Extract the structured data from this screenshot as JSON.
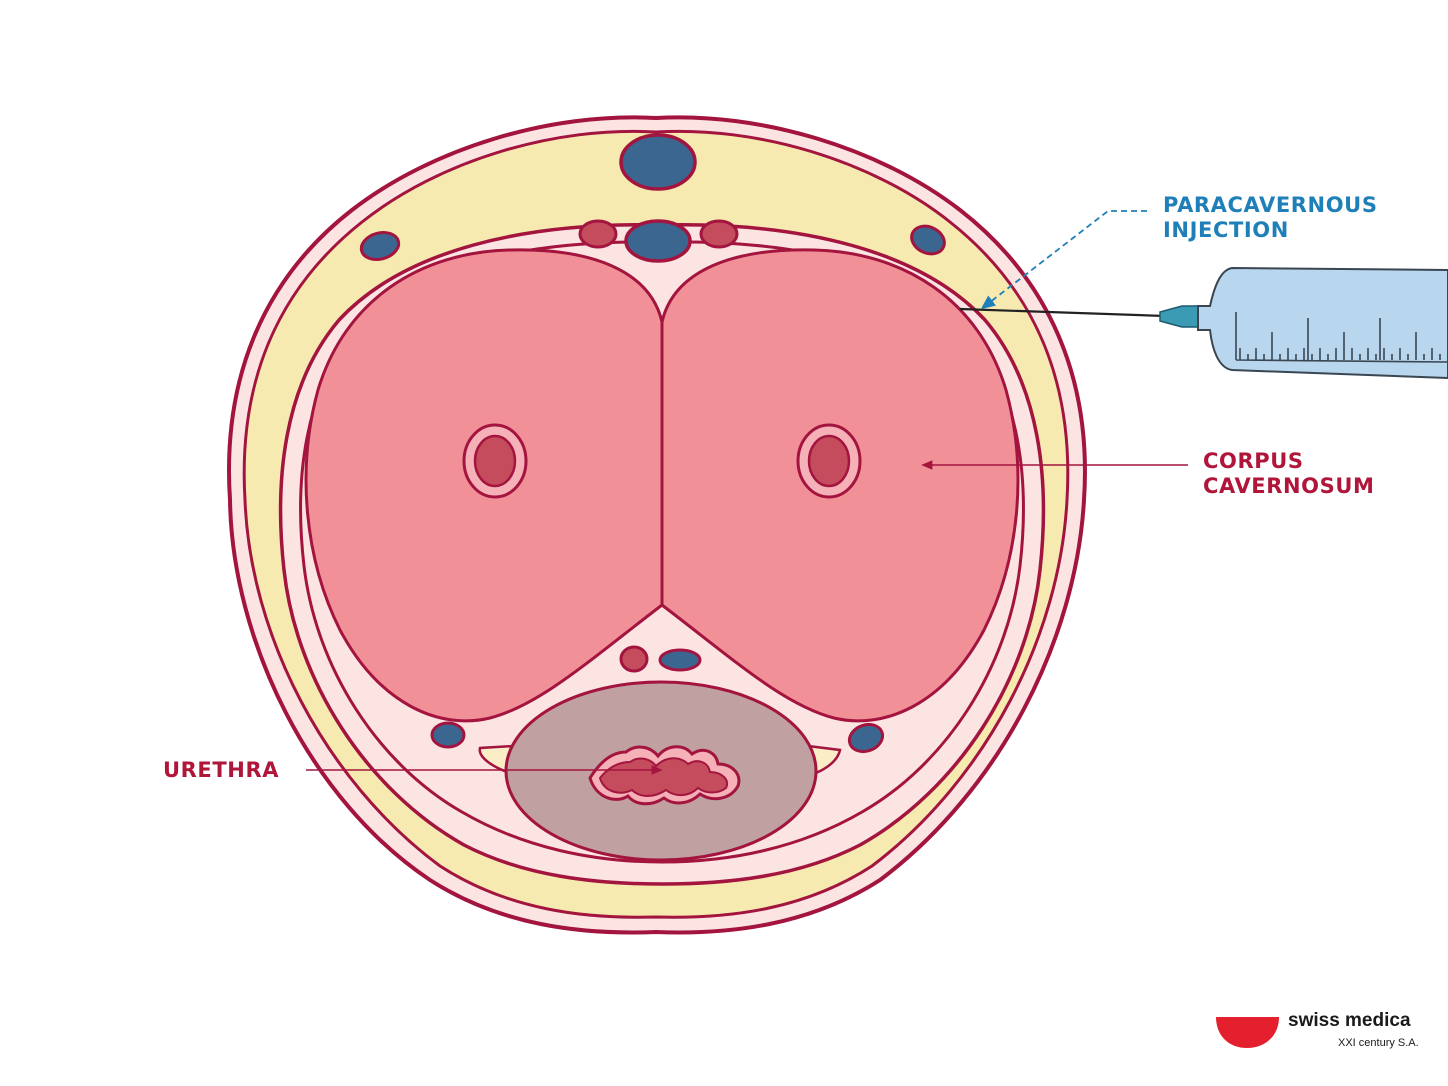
{
  "labels": {
    "injection": [
      "PARACAVERNOUS",
      "INJECTION"
    ],
    "corpus": [
      "CORPUS",
      "CAVERNOSUM"
    ],
    "urethra": "URETHRA"
  },
  "brand": {
    "name": "swiss medica",
    "subtitle": "XXI century S.A."
  },
  "colors": {
    "outline": "#a3143f",
    "fat_layer": "#f6eab0",
    "fascia": "#fbe4e2",
    "corpus_fill": "#f29098",
    "artery_fill": "#c44c5c",
    "vein_fill": "#3b6690",
    "spongiosum_fill": "#c1a0a2",
    "annotation_blue": "#1f7fb8",
    "annotation_red": "#b0163a",
    "syringe_barrel": "#b8d6ee",
    "brand_red": "#e5202e"
  }
}
